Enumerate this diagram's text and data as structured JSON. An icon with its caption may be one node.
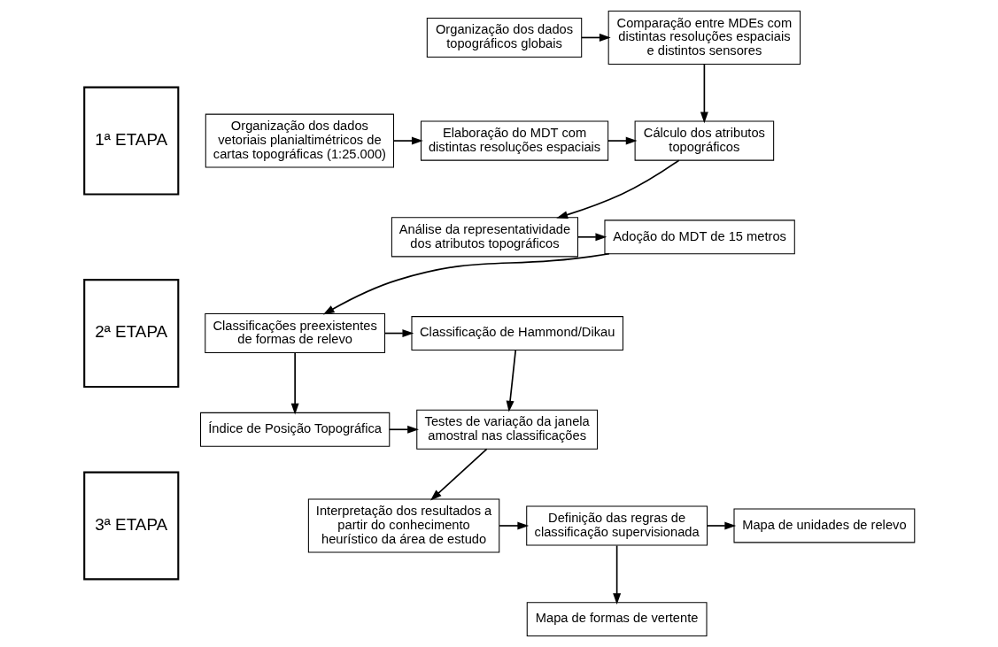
{
  "diagram": {
    "nodes": [
      {
        "text": [
          "1ª ETAPA"
        ]
      },
      {
        "text": [
          "2ª ETAPA"
        ]
      },
      {
        "text": [
          "3ª ETAPA"
        ]
      },
      {
        "text": [
          "Organização dos dados vetoriais planialtimétricos de cartas topográficas (1:25.000)"
        ]
      },
      {
        "text": [
          "Elaboração do MDT com distintas resoluções espaciais"
        ]
      },
      {
        "text": [
          "Cálculo dos atributos topográficos"
        ]
      },
      {
        "text": [
          "Organização dos dados topográficos globais"
        ]
      },
      {
        "text": [
          "Comparação entre MDEs com distintas resoluções espaciais e distintos sensores"
        ]
      },
      {
        "text": [
          "Análise da representatividade dos atributos topográficos"
        ]
      },
      {
        "text": [
          "Adoção do MDT de 15 metros"
        ]
      },
      {
        "text": [
          "Classificações preexistentes de formas de relevo"
        ]
      },
      {
        "text": [
          "Classificação de Hammond/Dikau"
        ]
      },
      {
        "text": [
          "Índice de Posição Topográfica"
        ]
      },
      {
        "text": [
          "Testes de variação da janela amostral nas classificações"
        ]
      },
      {
        "text": [
          "Interpretação dos resultados a partir do conhecimento heurístico da área de estudo"
        ]
      },
      {
        "text": [
          "Definição das regras de classificação supervisionada"
        ]
      },
      {
        "text": [
          "Mapa de unidades de relevo"
        ]
      },
      {
        "text": [
          "Mapa de formas de vertente"
        ]
      }
    ],
    "edges": [
      {
        "from": 3,
        "to": 4,
        "arrow": "to"
      },
      {
        "from": 4,
        "to": 5,
        "arrow": "to"
      },
      {
        "from": 6,
        "to": 7,
        "arrow": "to"
      },
      {
        "from": 7,
        "to": 5,
        "arrow": "to"
      },
      {
        "from": 5,
        "to": 8,
        "arrow": "to"
      },
      {
        "from": 8,
        "to": 9,
        "arrow": "to"
      },
      {
        "from": 9,
        "to": 10,
        "arrow": "to"
      },
      {
        "from": 10,
        "to": 11,
        "arrow": "to"
      },
      {
        "from": 10,
        "to": 12,
        "arrow": "to"
      },
      {
        "from": 11,
        "to": 13,
        "arrow": "to"
      },
      {
        "from": 12,
        "to": 13,
        "arrow": "to"
      },
      {
        "from": 13,
        "to": 14,
        "arrow": "to"
      },
      {
        "from": 14,
        "to": 15,
        "arrow": "to"
      },
      {
        "from": 15,
        "to": 16,
        "arrow": "to"
      },
      {
        "from": 15,
        "to": 17,
        "arrow": "to"
      }
    ]
  }
}
